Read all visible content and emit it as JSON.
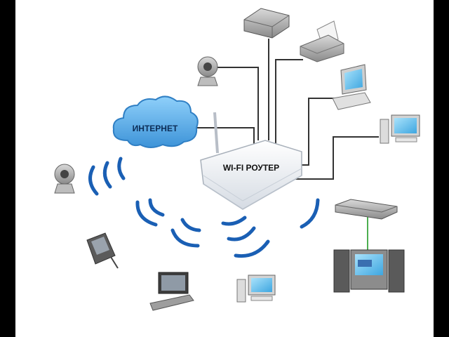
{
  "labels": {
    "internet": "ИНТЕРНЕТ",
    "router": "WI-FI РОУТЕР"
  },
  "nodes": [
    {
      "id": "external-drive",
      "icon": "hard-drive-icon"
    },
    {
      "id": "printer",
      "icon": "printer-icon"
    },
    {
      "id": "webcam-top",
      "icon": "webcam-icon"
    },
    {
      "id": "desktop-pc",
      "icon": "desktop-computer-icon"
    },
    {
      "id": "thin-client-right",
      "icon": "thin-client-computer-icon"
    },
    {
      "id": "webcam-left",
      "icon": "webcam-icon"
    },
    {
      "id": "pda",
      "icon": "pda-icon"
    },
    {
      "id": "laptop",
      "icon": "laptop-icon"
    },
    {
      "id": "thin-client-bottom",
      "icon": "thin-client-computer-icon"
    },
    {
      "id": "media-player",
      "icon": "media-player-icon"
    },
    {
      "id": "tv-system",
      "icon": "home-theater-tv-icon"
    }
  ],
  "colors": {
    "cloud": "#5aa9e6",
    "cloud_dark": "#2f7fc4",
    "wifi_wave": "#1a5fb4",
    "wire": "#333333",
    "screen": "#6ec3f0",
    "router_body": "#f2f4f7"
  }
}
